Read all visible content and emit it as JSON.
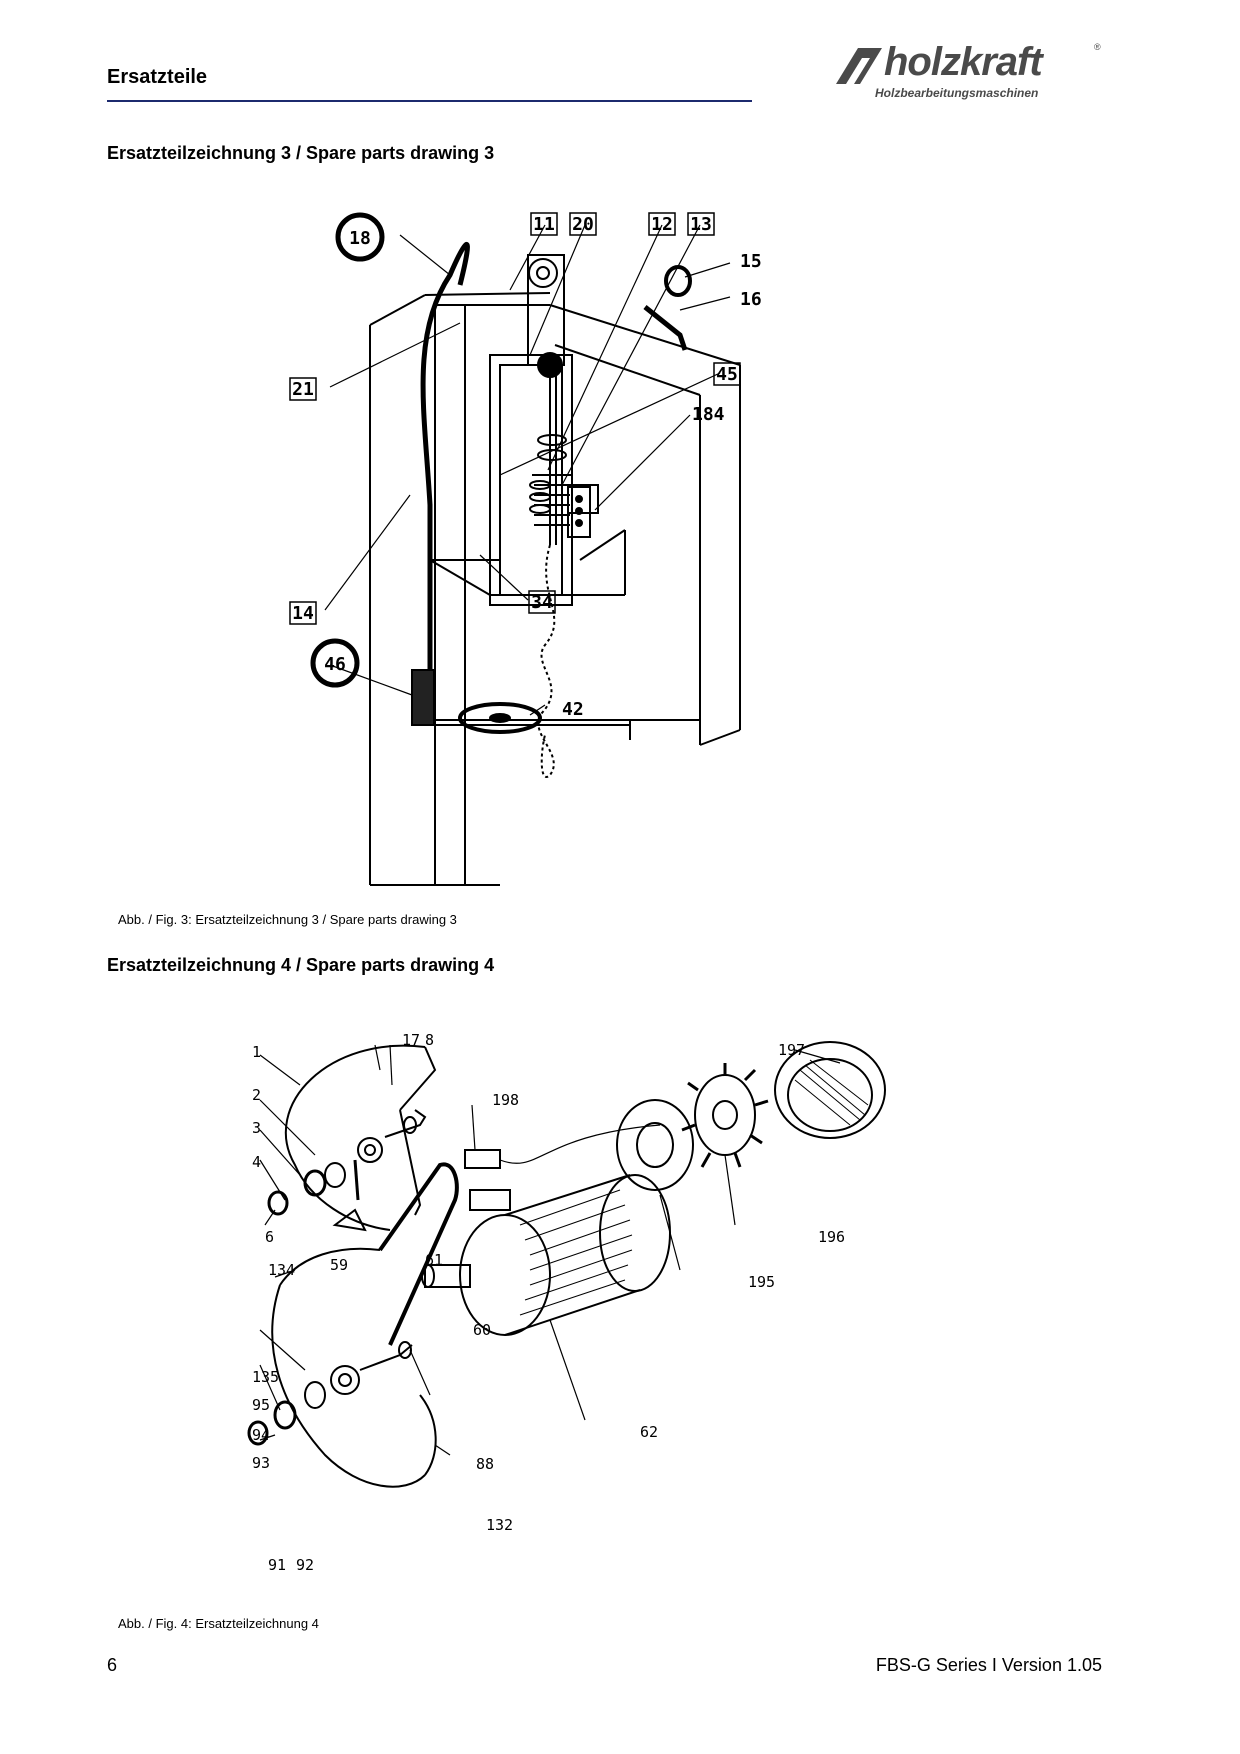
{
  "header": {
    "title": "Ersatzteile"
  },
  "logo": {
    "name": "holzkraft",
    "tagline": "Holzbearbeitungsmaschinen",
    "reg": "®"
  },
  "section3": {
    "title": "Ersatzteilzeichnung 3 / Spare parts drawing 3",
    "caption": "Abb. / Fig. 3:  Ersatzteilzeichnung 3 / Spare parts drawing 3",
    "labels": [
      "11",
      "20",
      "12",
      "13",
      "15",
      "16",
      "18",
      "21",
      "45",
      "184",
      "14",
      "34",
      "46",
      "42"
    ]
  },
  "section4": {
    "title": "Ersatzteilzeichnung 4 / Spare parts drawing 4",
    "caption": "Abb. / Fig. 4:  Ersatzteilzeichnung 4",
    "labels": [
      "17",
      "8",
      "1",
      "2",
      "3",
      "4",
      "6",
      "198",
      "197",
      "196",
      "195",
      "62",
      "134",
      "59",
      "61",
      "60",
      "135",
      "95",
      "94",
      "93",
      "88",
      "132",
      "91",
      "92"
    ]
  },
  "footer": {
    "page": "6",
    "version": "FBS-G Series I Version 1.05"
  }
}
